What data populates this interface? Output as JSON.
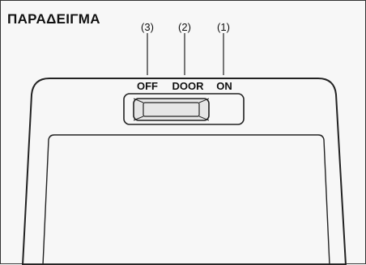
{
  "heading": "ΠΑΡΑΔΕΙΓΜΑ",
  "switch_positions": [
    {
      "number": "(3)",
      "label": "OFF"
    },
    {
      "number": "(2)",
      "label": "DOOR"
    },
    {
      "number": "(1)",
      "label": "ON"
    }
  ],
  "colors": {
    "line": "#222222",
    "background": "#f7f7f7",
    "switch_fill": "#e6e6e6"
  }
}
